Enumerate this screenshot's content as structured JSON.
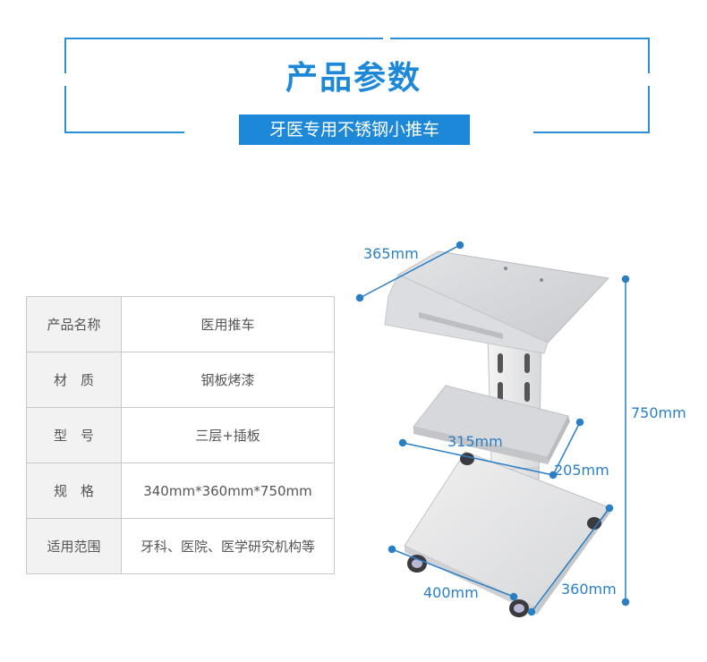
{
  "header": {
    "title": "产品参数",
    "subtitle": "牙医专用不锈钢小推车"
  },
  "specs": [
    {
      "key": "产品名称",
      "value": "医用推车"
    },
    {
      "key": "材　质",
      "value": "钢板烤漆"
    },
    {
      "key": "型　号",
      "value": "三层+插板"
    },
    {
      "key": "规　格",
      "value": "340mm*360mm*750mm"
    },
    {
      "key": "适用范围",
      "value": "牙科、医院、医学研究机构等"
    }
  ],
  "dimensions": {
    "top_width": "365mm",
    "height": "750mm",
    "middle_width": "315mm",
    "middle_depth": "205mm",
    "base_width": "400mm",
    "base_depth": "360mm"
  },
  "colors": {
    "accent": "#1e88d8",
    "dimension": "#2a7fc4",
    "table_border": "#c9c9c9",
    "table_key_bg": "#f2f2f2"
  }
}
